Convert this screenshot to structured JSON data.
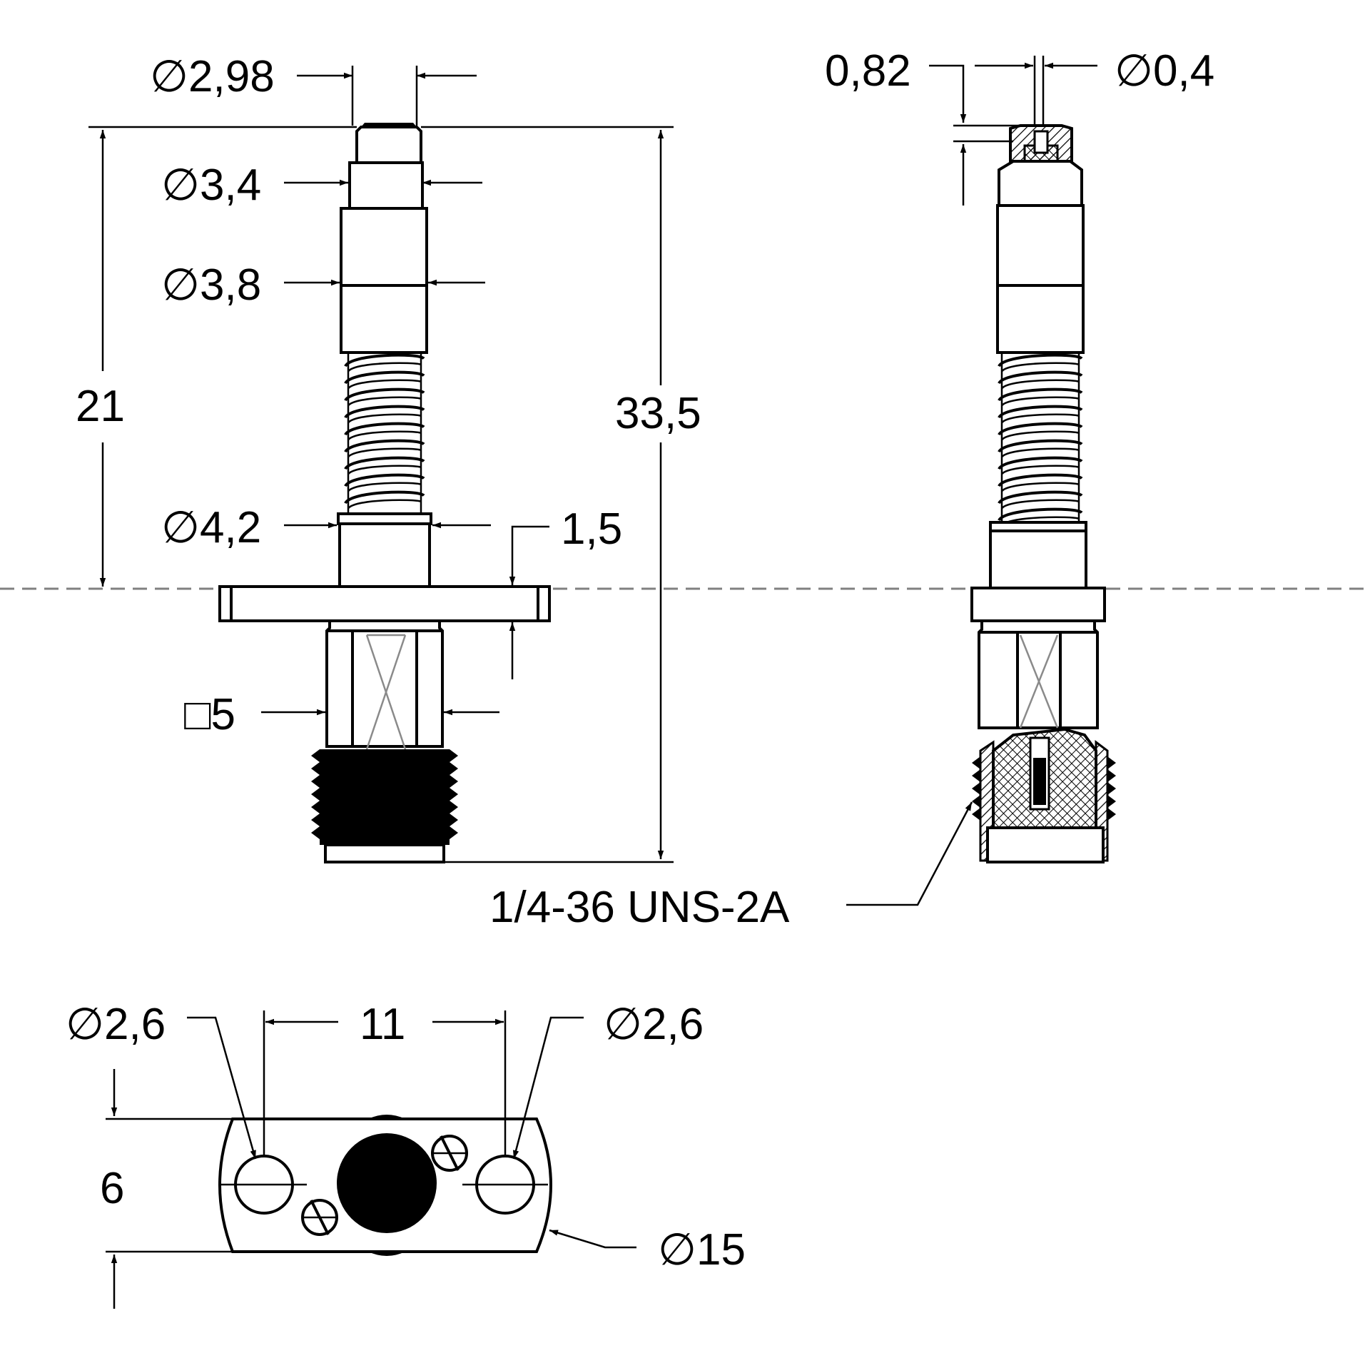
{
  "diameter_symbol": "∅",
  "square_symbol": "□",
  "side_view": {
    "tip_diameter": "2,98",
    "collar_diameter": "3,4",
    "body_diameter": "3,8",
    "base_diameter": "4,2",
    "flange_thickness": "1,5",
    "hex_size": "5",
    "mount_length": "21",
    "total_length": "33,5"
  },
  "section_view": {
    "tip_depth": "0,82",
    "hole_diameter": "0,4",
    "thread_spec": "1/4-36 UNS-2A"
  },
  "flange_view": {
    "left_hole_diameter": "2,6",
    "right_hole_diameter": "2,6",
    "hole_spacing": "11",
    "flange_height": "6",
    "flange_diameter": "15"
  },
  "colors": {
    "line": "#000000",
    "centerline": "#808080",
    "background": "#ffffff"
  }
}
